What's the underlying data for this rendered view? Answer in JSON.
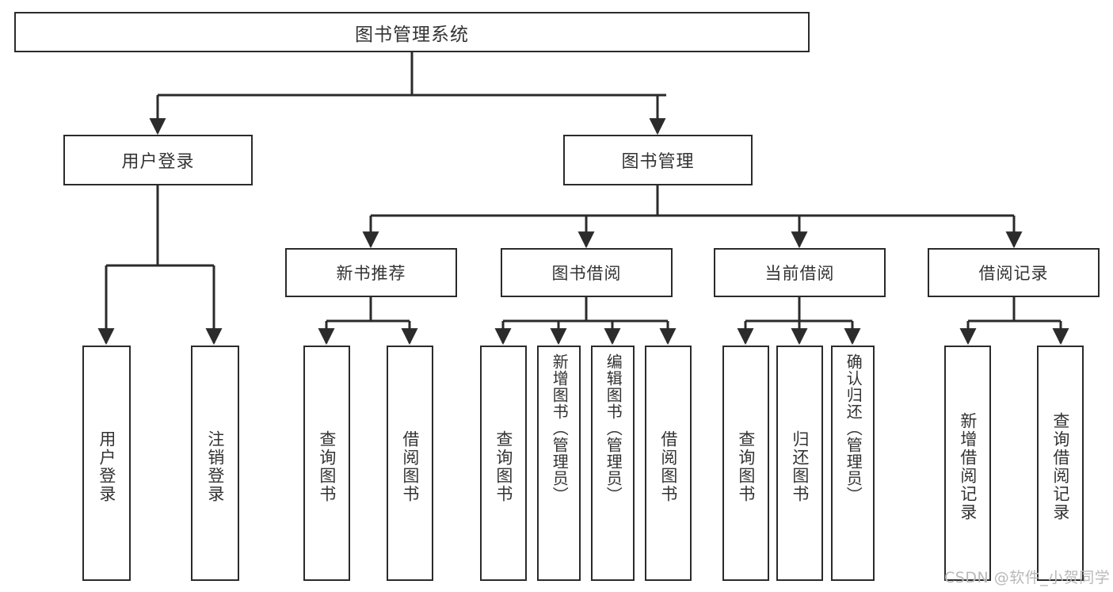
{
  "diagram": {
    "title": "图书管理系统",
    "type": "tree-hierarchy-diagram",
    "colors": {
      "box_border": "#2b2b2b",
      "box_fill": "#ffffff",
      "text": "#333333",
      "edge": "#2b2b2b",
      "watermark": "#b9b9b9",
      "background": "#ffffff"
    },
    "root": {
      "label": "图书管理系统"
    },
    "level2": [
      {
        "label": "用户登录"
      },
      {
        "label": "图书管理"
      }
    ],
    "level3": [
      {
        "label": "新书推荐"
      },
      {
        "label": "图书借阅"
      },
      {
        "label": "当前借阅"
      },
      {
        "label": "借阅记录"
      }
    ],
    "leaves": {
      "user_login": [
        {
          "label": "用户登录"
        },
        {
          "label": "注销登录"
        }
      ],
      "new_book_recommend": [
        {
          "label": "查询图书"
        },
        {
          "label": "借阅图书"
        }
      ],
      "book_borrow": [
        {
          "label": "查询图书"
        },
        {
          "label": "新增图书（管理员）"
        },
        {
          "label": "编辑图书（管理员）"
        },
        {
          "label": "借阅图书"
        }
      ],
      "current_borrow": [
        {
          "label": "查询图书"
        },
        {
          "label": "归还图书"
        },
        {
          "label": "确认归还（管理员）"
        }
      ],
      "borrow_record": [
        {
          "label": "新增借阅记录"
        },
        {
          "label": "查询借阅记录"
        }
      ]
    }
  },
  "watermark": {
    "text": "CSDN @软件_小贺同学"
  }
}
